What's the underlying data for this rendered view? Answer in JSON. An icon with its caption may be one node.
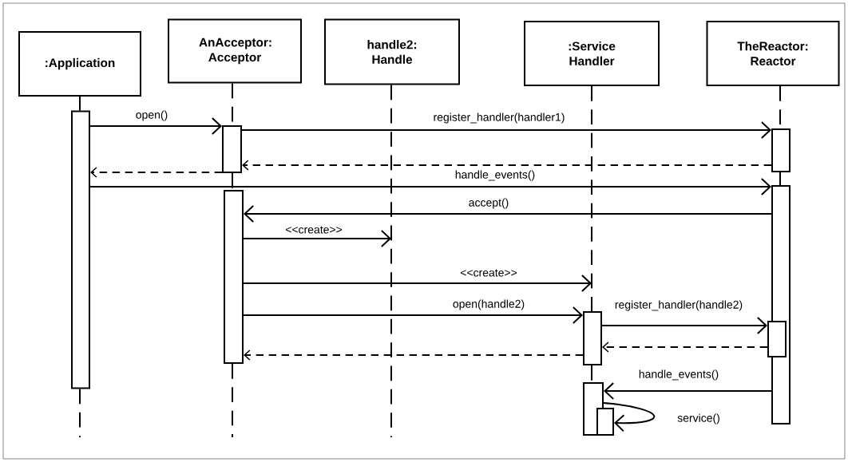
{
  "diagram": {
    "nodes": [
      {
        "text": [
          ":Application"
        ]
      },
      {
        "text": [
          "AnAcceptor: Acceptor"
        ]
      },
      {
        "text": [
          "handle2: Handle"
        ]
      },
      {
        "text": [
          ":Service Handler"
        ]
      },
      {
        "text": [
          "TheReactor: Reactor"
        ]
      },
      {
        "text": [],
        "shape": "bar"
      },
      {
        "text": [],
        "shape": "bar"
      },
      {
        "text": [],
        "shape": "bar"
      },
      {
        "text": [],
        "shape": "bar"
      },
      {
        "text": [],
        "shape": "bar"
      },
      {
        "text": [],
        "shape": "bar"
      },
      {
        "text": [],
        "shape": "bar"
      },
      {
        "text": [],
        "shape": "bar"
      },
      {
        "text": [],
        "shape": "bar"
      }
    ],
    "edges": [
      {
        "from": 5,
        "to": 6,
        "arrow": "to",
        "label": "open()"
      },
      {
        "from": 6,
        "to": 7,
        "arrow": "to",
        "label": "register_handler(handler1)"
      },
      {
        "from": 7,
        "to": 6,
        "arrow": "to",
        "style": "dashed"
      },
      {
        "from": 6,
        "to": 5,
        "arrow": "to",
        "style": "dashed"
      },
      {
        "from": 5,
        "to": 9,
        "arrow": "to",
        "label": "handle_events()"
      },
      {
        "from": 9,
        "to": 8,
        "arrow": "to",
        "label": "accept()"
      },
      {
        "from": 8,
        "to": null,
        "arrow": "to",
        "label": "<<create>>"
      },
      {
        "from": 8,
        "to": null,
        "arrow": "to",
        "label": "<<create>>"
      },
      {
        "from": 8,
        "to": 10,
        "arrow": "to",
        "label": "open(handle2)"
      },
      {
        "from": 10,
        "to": 11,
        "arrow": "to",
        "label": "register_handler(handle2)"
      },
      {
        "from": 11,
        "to": 10,
        "arrow": "to",
        "style": "dashed"
      },
      {
        "from": 10,
        "to": 8,
        "arrow": "to",
        "style": "dashed"
      },
      {
        "from": 9,
        "to": 12,
        "arrow": "to",
        "label": "handle_events()"
      },
      {
        "from": 12,
        "to": 13,
        "arrow": "to",
        "label": "service()"
      },
      {
        "from": 0,
        "to": 5,
        "arrow": "none",
        "style": "dashed"
      },
      {
        "from": 5,
        "to": null,
        "arrow": "none",
        "style": "dashed"
      },
      {
        "from": 1,
        "to": 6,
        "arrow": "none",
        "style": "dashed"
      },
      {
        "from": 6,
        "to": 8,
        "arrow": "none",
        "style": "dashed"
      },
      {
        "from": 8,
        "to": null,
        "arrow": "none",
        "style": "dashed"
      },
      {
        "from": 2,
        "to": null,
        "arrow": "none",
        "style": "dashed"
      },
      {
        "from": 3,
        "to": 10,
        "arrow": "none",
        "style": "dashed"
      },
      {
        "from": 10,
        "to": 12,
        "arrow": "none",
        "style": "dashed"
      },
      {
        "from": 4,
        "to": 7,
        "arrow": "none",
        "style": "dashed"
      },
      {
        "from": 7,
        "to": 9,
        "arrow": "none",
        "style": "dashed"
      }
    ]
  }
}
